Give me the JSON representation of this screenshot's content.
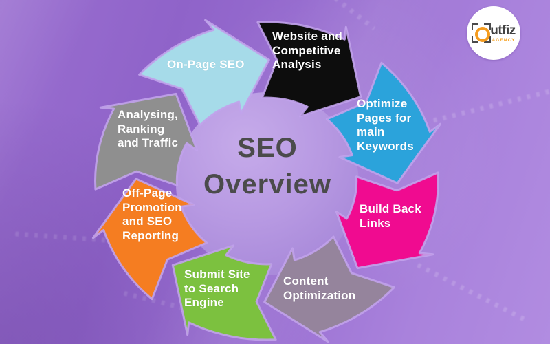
{
  "logo": {
    "name": "utfiz",
    "subtitle": "AGENCY",
    "ring_color": "#f59c1e",
    "text_color": "#414141",
    "badge_bg": "#ffffff"
  },
  "diagram": {
    "center_title": {
      "line1": "SEO",
      "line2": "Overview",
      "text_color": "#4b4b4b",
      "circle_color": "#b496e2"
    },
    "label_text_color": "#ffffff",
    "outline_color": "#c1a2eb",
    "background_colors": [
      "#8f63c9",
      "#b18ce1"
    ],
    "steps": [
      {
        "id": "website-and-competitive-analysis",
        "label": "Website and\nCompetitive\nAnalysis",
        "color": "#0d0d0d"
      },
      {
        "id": "optimize-pages-for-main-keywords",
        "label": "Optimize\nPages for\nmain\nKeywords",
        "color": "#2ba3db"
      },
      {
        "id": "build-back-links",
        "label": "Build Back\nLinks",
        "color": "#f00b90"
      },
      {
        "id": "content-optimization",
        "label": "Content\nOptimization",
        "color": "#95849c"
      },
      {
        "id": "submit-site-to-search-engine",
        "label": "Submit Site\nto Search\nEngine",
        "color": "#7cc13f"
      },
      {
        "id": "off-page-promotion-and-seo-reporting",
        "label": "Off-Page\nPromotion\nand SEO\nReporting",
        "color": "#f57d21"
      },
      {
        "id": "analysing-ranking-and-traffic",
        "label": "Analysing,\nRanking\nand Traffic",
        "color": "#8f8f8f"
      },
      {
        "id": "on-page-seo",
        "label": "On-Page SEO",
        "color": "#a6dbe9"
      }
    ]
  }
}
